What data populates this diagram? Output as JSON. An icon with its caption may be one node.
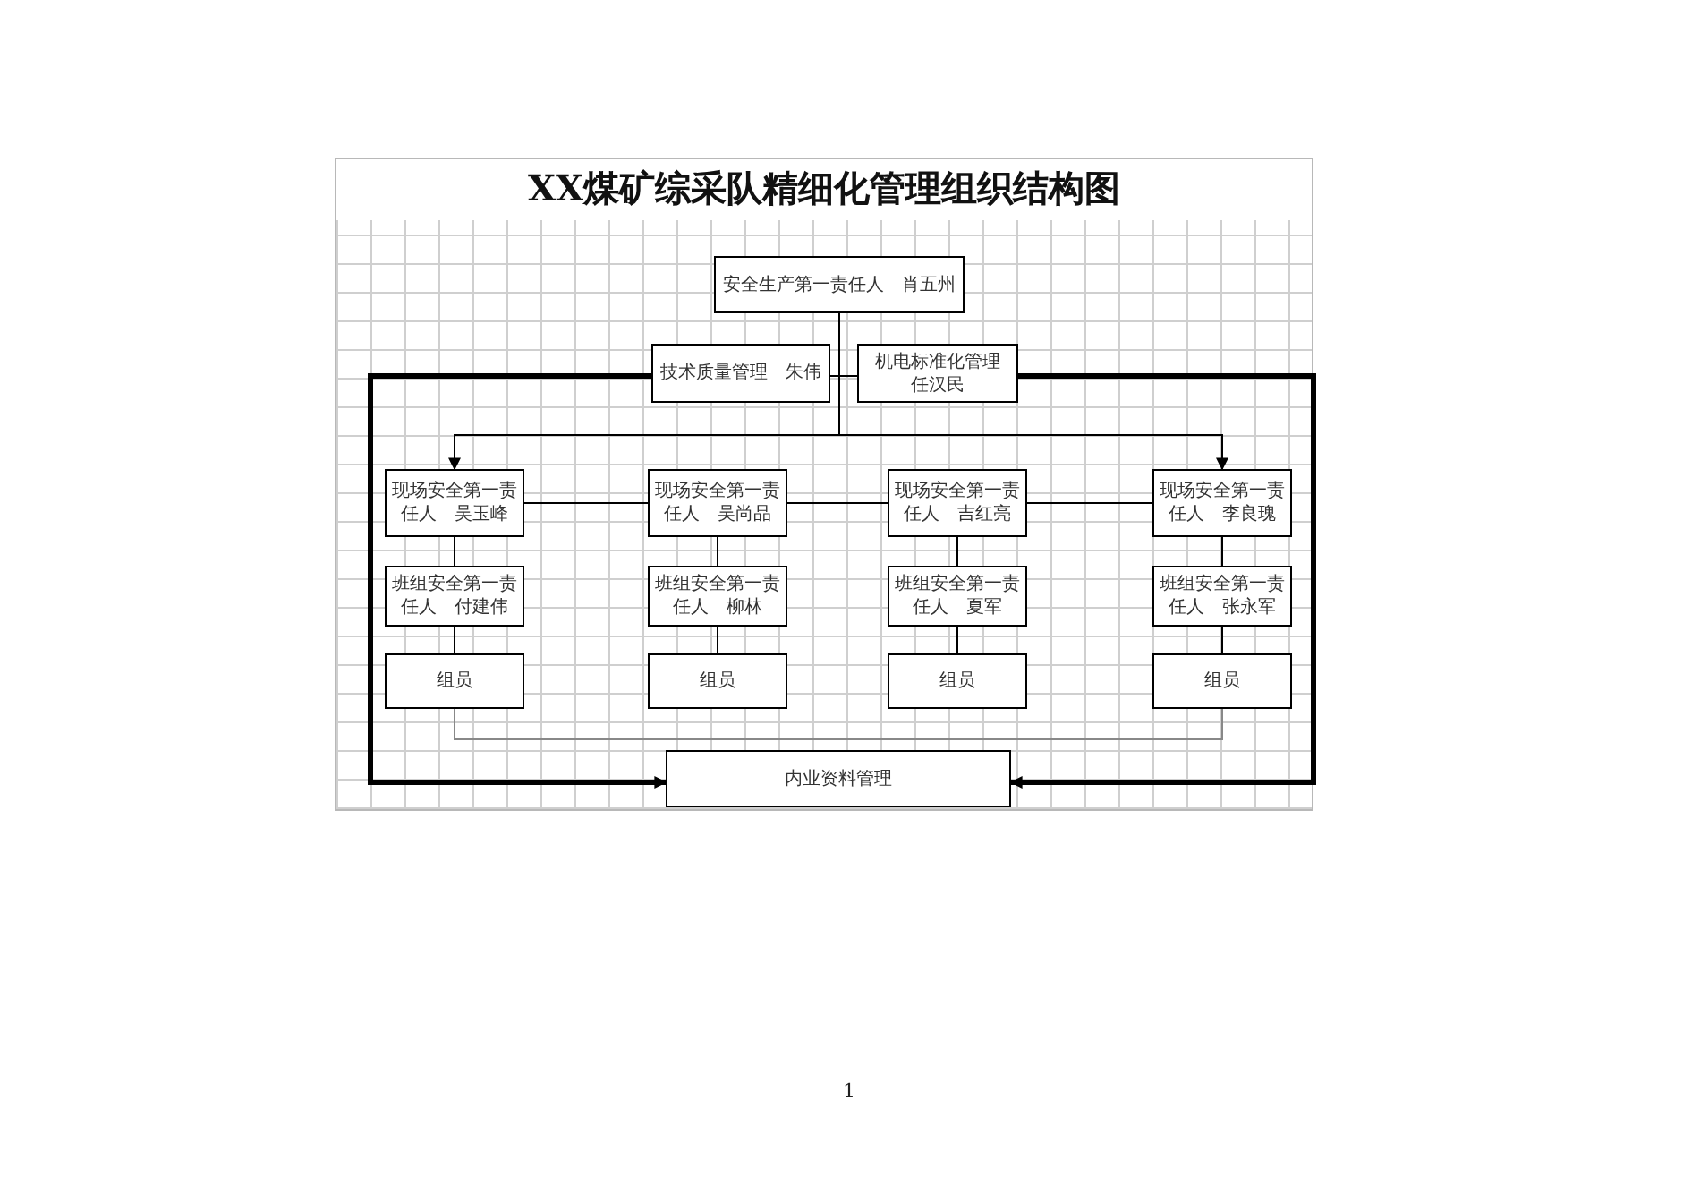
{
  "diagram": {
    "title": "XX煤矿综采队精细化管理组织结构图",
    "nodes": [
      {
        "text": [
          "安全生产第一责任人　肖五州"
        ]
      },
      {
        "text": [
          "技术质量管理　朱伟"
        ]
      },
      {
        "text": [
          "机电标准化管理任汉民"
        ]
      },
      {
        "text": [
          "现场安全第一责任人　吴玉峰"
        ]
      },
      {
        "text": [
          "现场安全第一责任人　吴尚品"
        ]
      },
      {
        "text": [
          "现场安全第一责任人　吉红亮"
        ]
      },
      {
        "text": [
          "现场安全第一责任人　李良瑰"
        ]
      },
      {
        "text": [
          "班组安全第一责任人　付建伟"
        ]
      },
      {
        "text": [
          "班组安全第一责任人　柳林"
        ]
      },
      {
        "text": [
          "班组安全第一责任人　夏军"
        ]
      },
      {
        "text": [
          "班组安全第一责任人　张永军"
        ]
      },
      {
        "text": [
          "组员"
        ]
      },
      {
        "text": [
          "组员"
        ]
      },
      {
        "text": [
          "组员"
        ]
      },
      {
        "text": [
          "组员"
        ]
      },
      {
        "text": [
          "内业资料管理"
        ]
      }
    ],
    "edges": [
      {
        "from": 0,
        "to": 3,
        "arrow": "to"
      },
      {
        "from": 0,
        "to": 6,
        "arrow": "to"
      },
      {
        "from": 1,
        "to": 2,
        "arrow": "none"
      },
      {
        "from": 1,
        "to": 15,
        "arrow": "to",
        "style": "thick"
      },
      {
        "from": 2,
        "to": 15,
        "arrow": "to",
        "style": "thick"
      },
      {
        "from": 3,
        "to": 4,
        "arrow": "none"
      },
      {
        "from": 4,
        "to": 5,
        "arrow": "none"
      },
      {
        "from": 5,
        "to": 6,
        "arrow": "none"
      },
      {
        "from": 3,
        "to": 7,
        "arrow": "none"
      },
      {
        "from": 4,
        "to": 8,
        "arrow": "none"
      },
      {
        "from": 5,
        "to": 9,
        "arrow": "none"
      },
      {
        "from": 6,
        "to": 10,
        "arrow": "none"
      },
      {
        "from": 7,
        "to": 11,
        "arrow": "none"
      },
      {
        "from": 8,
        "to": 12,
        "arrow": "none"
      },
      {
        "from": 9,
        "to": 13,
        "arrow": "none"
      },
      {
        "from": 10,
        "to": 14,
        "arrow": "none"
      },
      {
        "from": 11,
        "to": 14,
        "arrow": "none",
        "color": "#888888"
      }
    ],
    "labels": [
      "1"
    ]
  }
}
